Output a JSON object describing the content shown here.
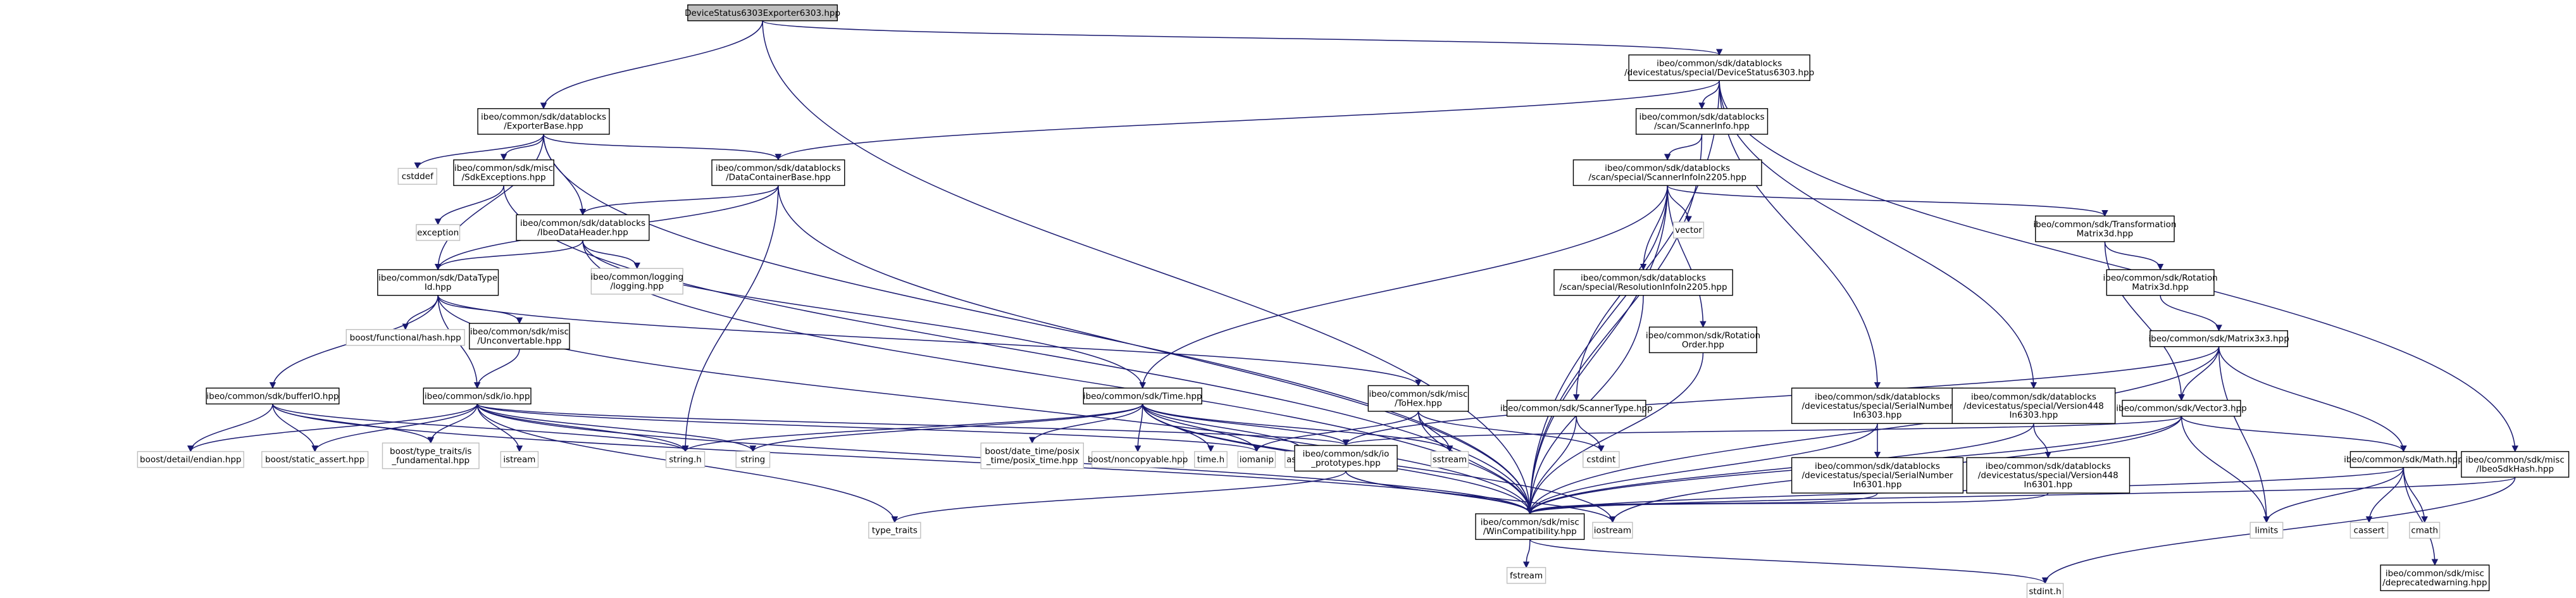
{
  "diagram": {
    "nodes": [
      {
        "id": "root",
        "lines": [
          "DeviceStatus6303Exporter6303.hpp"
        ],
        "root": true
      },
      {
        "id": "ds6303",
        "lines": [
          "ibeo/common/sdk/datablocks",
          "/devicestatus/special/DeviceStatus6303.hpp"
        ]
      },
      {
        "id": "exporterbase",
        "lines": [
          "ibeo/common/sdk/datablocks",
          "/ExporterBase.hpp"
        ]
      },
      {
        "id": "cstddef",
        "lines": [
          "cstddef"
        ],
        "gray": true
      },
      {
        "id": "sdkexceptions",
        "lines": [
          "ibeo/common/sdk/misc",
          "/SdkExceptions.hpp"
        ]
      },
      {
        "id": "exception",
        "lines": [
          "exception"
        ],
        "gray": true
      },
      {
        "id": "datacontainerbase",
        "lines": [
          "ibeo/common/sdk/datablocks",
          "/DataContainerBase.hpp"
        ]
      },
      {
        "id": "ibeodataheader",
        "lines": [
          "ibeo/common/sdk/datablocks",
          "/IbeoDataHeader.hpp"
        ]
      },
      {
        "id": "logging",
        "lines": [
          "ibeo/common/logging",
          "/logging.hpp"
        ],
        "gray": true
      },
      {
        "id": "datatypeid",
        "lines": [
          "ibeo/common/sdk/DataType",
          "Id.hpp"
        ]
      },
      {
        "id": "functionalhash",
        "lines": [
          "boost/functional/hash.hpp"
        ],
        "gray": true
      },
      {
        "id": "unconvertable",
        "lines": [
          "ibeo/common/sdk/misc",
          "/Unconvertable.hpp"
        ]
      },
      {
        "id": "bufferio",
        "lines": [
          "ibeo/common/sdk/bufferIO.hpp"
        ]
      },
      {
        "id": "io",
        "lines": [
          "ibeo/common/sdk/io.hpp"
        ]
      },
      {
        "id": "endian",
        "lines": [
          "boost/detail/endian.hpp"
        ],
        "gray": true
      },
      {
        "id": "staticassert",
        "lines": [
          "boost/static_assert.hpp"
        ],
        "gray": true
      },
      {
        "id": "typetraitsfund",
        "lines": [
          "boost/type_traits/is",
          "_fundamental.hpp"
        ],
        "gray": true
      },
      {
        "id": "istream",
        "lines": [
          "istream"
        ],
        "gray": true
      },
      {
        "id": "stringh",
        "lines": [
          "string.h"
        ],
        "gray": true
      },
      {
        "id": "string",
        "lines": [
          "string"
        ],
        "gray": true
      },
      {
        "id": "typetraits",
        "lines": [
          "type_traits"
        ],
        "gray": true
      },
      {
        "id": "wincompat",
        "lines": [
          "ibeo/common/sdk/misc",
          "/WinCompatibility.hpp"
        ]
      },
      {
        "id": "fstream",
        "lines": [
          "fstream"
        ],
        "gray": true
      },
      {
        "id": "stdinth",
        "lines": [
          "stdint.h"
        ],
        "gray": true
      },
      {
        "id": "time",
        "lines": [
          "ibeo/common/sdk/Time.hpp"
        ]
      },
      {
        "id": "posixtime",
        "lines": [
          "boost/date_time/posix",
          "_time/posix_time.hpp"
        ],
        "gray": true
      },
      {
        "id": "noncopyable",
        "lines": [
          "boost/noncopyable.hpp"
        ],
        "gray": true
      },
      {
        "id": "timeh",
        "lines": [
          "time.h"
        ],
        "gray": true
      },
      {
        "id": "iomanip",
        "lines": [
          "iomanip"
        ],
        "gray": true
      },
      {
        "id": "asserth",
        "lines": [
          "assert.h"
        ],
        "gray": true
      },
      {
        "id": "ioprototypes",
        "lines": [
          "ibeo/common/sdk/io",
          "_prototypes.hpp"
        ]
      },
      {
        "id": "sstream",
        "lines": [
          "sstream"
        ],
        "gray": true
      },
      {
        "id": "iostream",
        "lines": [
          "iostream"
        ],
        "gray": true
      },
      {
        "id": "tohex",
        "lines": [
          "ibeo/common/sdk/misc",
          "/ToHex.hpp"
        ]
      },
      {
        "id": "cstdint",
        "lines": [
          "cstdint"
        ],
        "gray": true
      },
      {
        "id": "scannerinfo",
        "lines": [
          "ibeo/common/sdk/datablocks",
          "/scan/ScannerInfo.hpp"
        ]
      },
      {
        "id": "scannerinfoin2205",
        "lines": [
          "ibeo/common/sdk/datablocks",
          "/scan/special/ScannerInfoIn2205.hpp"
        ]
      },
      {
        "id": "vector",
        "lines": [
          "vector"
        ],
        "gray": true
      },
      {
        "id": "resolutioninfo",
        "lines": [
          "ibeo/common/sdk/datablocks",
          "/scan/special/ResolutionInfoIn2205.hpp"
        ]
      },
      {
        "id": "rotationorder",
        "lines": [
          "ibeo/common/sdk/Rotation",
          "Order.hpp"
        ]
      },
      {
        "id": "scannertype",
        "lines": [
          "ibeo/common/sdk/ScannerType.hpp"
        ]
      },
      {
        "id": "transformation",
        "lines": [
          "ibeo/common/sdk/Transformation",
          "Matrix3d.hpp"
        ]
      },
      {
        "id": "rotationmatrix",
        "lines": [
          "ibeo/common/sdk/Rotation",
          "Matrix3d.hpp"
        ]
      },
      {
        "id": "matrix3x3",
        "lines": [
          "ibeo/common/sdk/Matrix3x3.hpp"
        ]
      },
      {
        "id": "vector3",
        "lines": [
          "ibeo/common/sdk/Vector3.hpp"
        ]
      },
      {
        "id": "math",
        "lines": [
          "ibeo/common/sdk/Math.hpp"
        ]
      },
      {
        "id": "limits",
        "lines": [
          "limits"
        ],
        "gray": true
      },
      {
        "id": "cassert",
        "lines": [
          "cassert"
        ],
        "gray": true
      },
      {
        "id": "cmath",
        "lines": [
          "cmath"
        ],
        "gray": true
      },
      {
        "id": "deprecated",
        "lines": [
          "ibeo/common/sdk/misc",
          "/deprecatedwarning.hpp"
        ]
      },
      {
        "id": "serial6303",
        "lines": [
          "ibeo/common/sdk/datablocks",
          "/devicestatus/special/SerialNumber",
          "In6303.hpp"
        ]
      },
      {
        "id": "serial6301",
        "lines": [
          "ibeo/common/sdk/datablocks",
          "/devicestatus/special/SerialNumber",
          "In6301.hpp"
        ]
      },
      {
        "id": "version448_6303",
        "lines": [
          "ibeo/common/sdk/datablocks",
          "/devicestatus/special/Version448",
          "In6303.hpp"
        ]
      },
      {
        "id": "version448_6301",
        "lines": [
          "ibeo/common/sdk/datablocks",
          "/devicestatus/special/Version448",
          "In6301.hpp"
        ]
      },
      {
        "id": "ibeosdkhash",
        "lines": [
          "ibeo/common/sdk/misc",
          "/IbeoSdkHash.hpp"
        ]
      }
    ],
    "edges": [
      [
        "root",
        "ds6303"
      ],
      [
        "root",
        "exporterbase"
      ],
      [
        "root",
        "wincompat"
      ],
      [
        "exporterbase",
        "cstddef"
      ],
      [
        "exporterbase",
        "sdkexceptions"
      ],
      [
        "exporterbase",
        "datacontainerbase"
      ],
      [
        "exporterbase",
        "ibeodataheader"
      ],
      [
        "exporterbase",
        "datatypeid"
      ],
      [
        "exporterbase",
        "wincompat"
      ],
      [
        "sdkexceptions",
        "exception"
      ],
      [
        "sdkexceptions",
        "wincompat"
      ],
      [
        "datacontainerbase",
        "ibeodataheader"
      ],
      [
        "datacontainerbase",
        "datatypeid"
      ],
      [
        "datacontainerbase",
        "stringh"
      ],
      [
        "datacontainerbase",
        "wincompat"
      ],
      [
        "ibeodataheader",
        "logging"
      ],
      [
        "ibeodataheader",
        "datatypeid"
      ],
      [
        "ibeodataheader",
        "time"
      ],
      [
        "ibeodataheader",
        "wincompat"
      ],
      [
        "datatypeid",
        "functionalhash"
      ],
      [
        "datatypeid",
        "unconvertable"
      ],
      [
        "datatypeid",
        "bufferio"
      ],
      [
        "datatypeid",
        "io"
      ],
      [
        "datatypeid",
        "tohex"
      ],
      [
        "datatypeid",
        "wincompat"
      ],
      [
        "unconvertable",
        "io"
      ],
      [
        "bufferio",
        "endian"
      ],
      [
        "bufferio",
        "staticassert"
      ],
      [
        "bufferio",
        "typetraitsfund"
      ],
      [
        "bufferio",
        "stringh"
      ],
      [
        "bufferio",
        "wincompat"
      ],
      [
        "io",
        "endian"
      ],
      [
        "io",
        "staticassert"
      ],
      [
        "io",
        "typetraitsfund"
      ],
      [
        "io",
        "istream"
      ],
      [
        "io",
        "stringh"
      ],
      [
        "io",
        "string"
      ],
      [
        "io",
        "typetraits"
      ],
      [
        "io",
        "iomanip"
      ],
      [
        "io",
        "ioprototypes"
      ],
      [
        "io",
        "wincompat"
      ],
      [
        "wincompat",
        "fstream"
      ],
      [
        "wincompat",
        "stdinth"
      ],
      [
        "time",
        "posixtime"
      ],
      [
        "time",
        "noncopyable"
      ],
      [
        "time",
        "timeh"
      ],
      [
        "time",
        "iomanip"
      ],
      [
        "time",
        "asserth"
      ],
      [
        "time",
        "string"
      ],
      [
        "time",
        "stringh"
      ],
      [
        "time",
        "ioprototypes"
      ],
      [
        "time",
        "sstream"
      ],
      [
        "time",
        "iostream"
      ],
      [
        "time",
        "wincompat"
      ],
      [
        "ioprototypes",
        "typetraits"
      ],
      [
        "ioprototypes",
        "wincompat"
      ],
      [
        "ioprototypes",
        "iostream"
      ],
      [
        "tohex",
        "iomanip"
      ],
      [
        "tohex",
        "sstream"
      ],
      [
        "tohex",
        "cstdint"
      ],
      [
        "tohex",
        "wincompat"
      ],
      [
        "ds6303",
        "scannerinfo"
      ],
      [
        "ds6303",
        "datacontainerbase"
      ],
      [
        "ds6303",
        "serial6303"
      ],
      [
        "ds6303",
        "version448_6303"
      ],
      [
        "ds6303",
        "ibeosdkhash"
      ],
      [
        "ds6303",
        "wincompat"
      ],
      [
        "scannerinfo",
        "scannerinfoin2205"
      ],
      [
        "scannerinfo",
        "wincompat"
      ],
      [
        "scannerinfoin2205",
        "vector"
      ],
      [
        "scannerinfoin2205",
        "resolutioninfo"
      ],
      [
        "scannerinfoin2205",
        "rotationorder"
      ],
      [
        "scannerinfoin2205",
        "scannertype"
      ],
      [
        "scannerinfoin2205",
        "transformation"
      ],
      [
        "scannerinfoin2205",
        "time"
      ],
      [
        "scannerinfoin2205",
        "wincompat"
      ],
      [
        "resolutioninfo",
        "wincompat"
      ],
      [
        "rotationorder",
        "wincompat"
      ],
      [
        "scannertype",
        "cstdint"
      ],
      [
        "scannertype",
        "wincompat"
      ],
      [
        "transformation",
        "rotationmatrix"
      ],
      [
        "transformation",
        "vector3"
      ],
      [
        "rotationmatrix",
        "matrix3x3"
      ],
      [
        "matrix3x3",
        "vector3"
      ],
      [
        "matrix3x3",
        "math"
      ],
      [
        "matrix3x3",
        "ioprototypes"
      ],
      [
        "matrix3x3",
        "limits"
      ],
      [
        "matrix3x3",
        "wincompat"
      ],
      [
        "vector3",
        "math"
      ],
      [
        "vector3",
        "ioprototypes"
      ],
      [
        "vector3",
        "limits"
      ],
      [
        "vector3",
        "iostream"
      ],
      [
        "vector3",
        "wincompat"
      ],
      [
        "math",
        "limits"
      ],
      [
        "math",
        "cassert"
      ],
      [
        "math",
        "cmath"
      ],
      [
        "math",
        "deprecated"
      ],
      [
        "math",
        "wincompat"
      ],
      [
        "serial6303",
        "serial6301"
      ],
      [
        "serial6303",
        "wincompat"
      ],
      [
        "serial6301",
        "wincompat"
      ],
      [
        "version448_6303",
        "version448_6301"
      ],
      [
        "version448_6303",
        "wincompat"
      ],
      [
        "version448_6301",
        "wincompat"
      ],
      [
        "ibeosdkhash",
        "wincompat"
      ],
      [
        "ibeosdkhash",
        "stdinth"
      ]
    ]
  }
}
